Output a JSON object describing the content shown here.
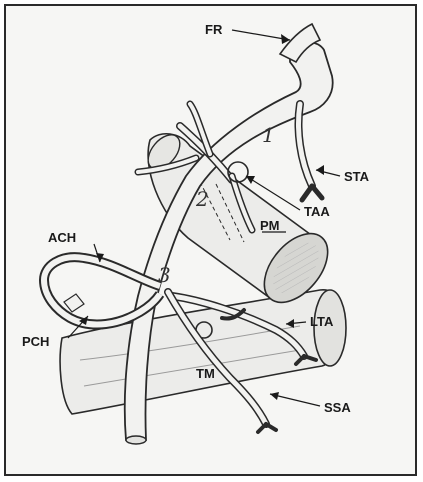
{
  "labels": {
    "fr": "FR",
    "sta": "STA",
    "taa": "TAA",
    "pm": "PM",
    "ach": "ACH",
    "lta": "LTA",
    "pch": "PCH",
    "tm": "TM",
    "ssa": "SSA"
  },
  "segments": {
    "one": "1",
    "two": "2",
    "three": "3"
  }
}
